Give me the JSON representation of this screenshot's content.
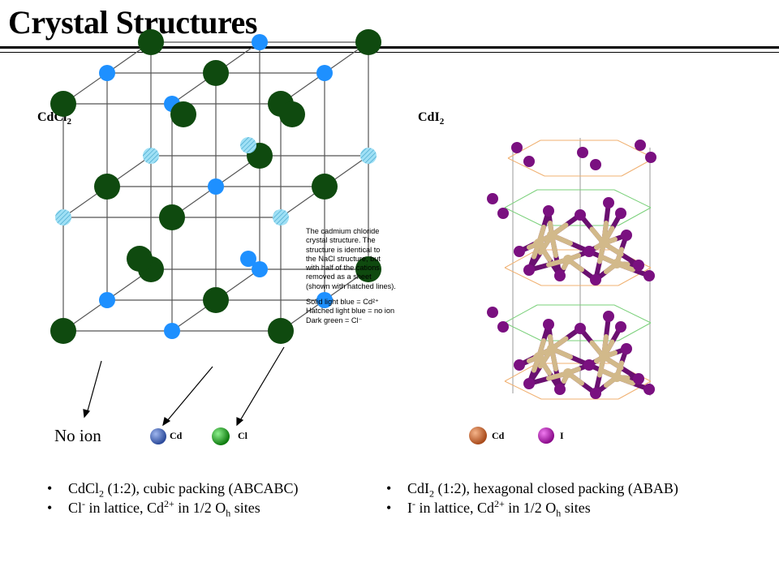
{
  "slide": {
    "title": "Crystal Structures"
  },
  "left_structure": {
    "formula": "CdCl",
    "formula_sub": "2",
    "caption_lines": [
      "The cadmium chloride",
      "crystal structure.  The",
      "structure is identical to",
      "the NaCl structure, but",
      "with half of the cations",
      "removed as a sheet",
      "(shown with hatched lines)."
    ],
    "key_lines": [
      "Solid light blue = Cd²⁺",
      "Hatched light blue = no ion",
      "Dark green = Cl⁻"
    ],
    "pointer_label": "No ion",
    "legend": [
      {
        "label": "Cd",
        "color": "#3f5fa8"
      },
      {
        "label": "Cl",
        "color": "#1aa31a"
      }
    ]
  },
  "right_structure": {
    "formula": "CdI",
    "formula_sub": "2",
    "legend": [
      {
        "label": "Cd",
        "color": "#c8642a"
      },
      {
        "label": "I",
        "color": "#b010b0"
      }
    ]
  },
  "colors": {
    "chloride": "#0f4a0f",
    "cadmium_blue": "#1e90ff",
    "hatched_blue": "#7fd4f0",
    "iodide": "#7a1080",
    "cadmium_tan": "#d2b98a"
  },
  "bullets_left": [
    {
      "pre": "CdCl",
      "sub": "2",
      "post": " (1:2), cubic packing (ABCABC)"
    },
    {
      "pre": "Cl",
      "sup": "-",
      "mid": " in lattice, Cd",
      "sup2": "2+",
      "post": " in 1/2 O",
      "sub2": "h",
      "end": " sites"
    }
  ],
  "bullets_right": [
    {
      "pre": "CdI",
      "sub": "2",
      "post": " (1:2), hexagonal closed packing (ABAB)"
    },
    {
      "pre": "I",
      "sup": "-",
      "mid": " in lattice, Cd",
      "sup2": "2+",
      "post": " in 1/2 O",
      "sub2": "h",
      "end": " sites"
    }
  ],
  "bullet_char": "•"
}
